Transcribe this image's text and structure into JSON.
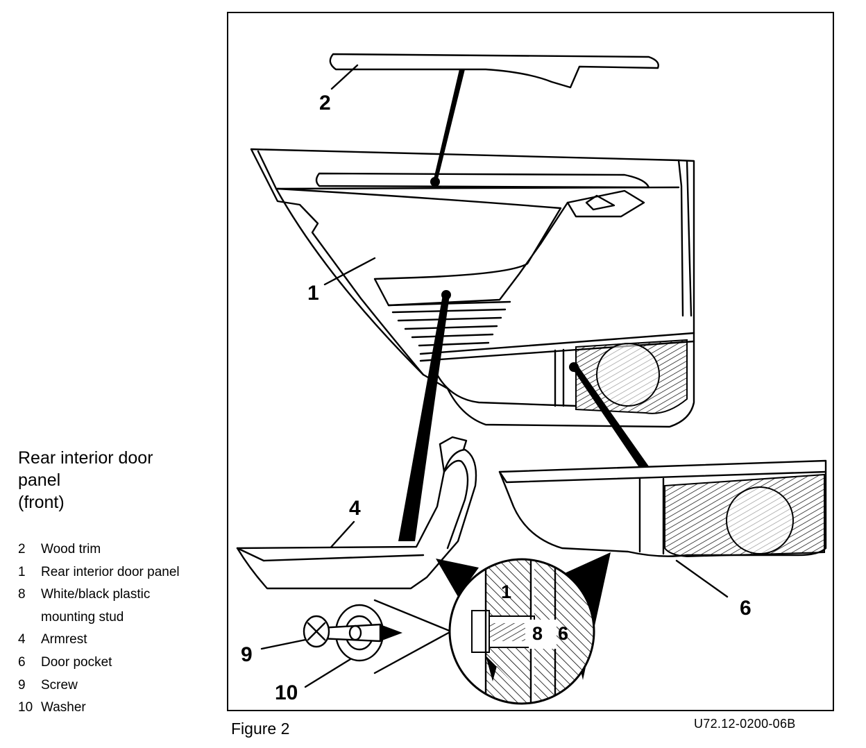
{
  "caption": {
    "title_lines": [
      "Rear interior door",
      "panel",
      "(front)"
    ]
  },
  "legend": [
    {
      "num": "2",
      "text": "Wood trim"
    },
    {
      "num": "1",
      "text": "Rear interior door panel"
    },
    {
      "num": "8",
      "text": "White/black plastic"
    },
    {
      "num": "",
      "text": "mounting stud"
    },
    {
      "num": "4",
      "text": "Armrest"
    },
    {
      "num": "6",
      "text": "Door pocket"
    },
    {
      "num": "9",
      "text": "Screw"
    },
    {
      "num": "10",
      "text": "Washer"
    }
  ],
  "figure": {
    "label": "Figure 2",
    "code": "U72.12-0200-06B"
  },
  "callouts": {
    "c2": "2",
    "c1": "1",
    "c4": "4",
    "c6": "6",
    "c9": "9",
    "c10": "10"
  },
  "inset": {
    "l1": "1",
    "l8": "8",
    "l6": "6"
  }
}
